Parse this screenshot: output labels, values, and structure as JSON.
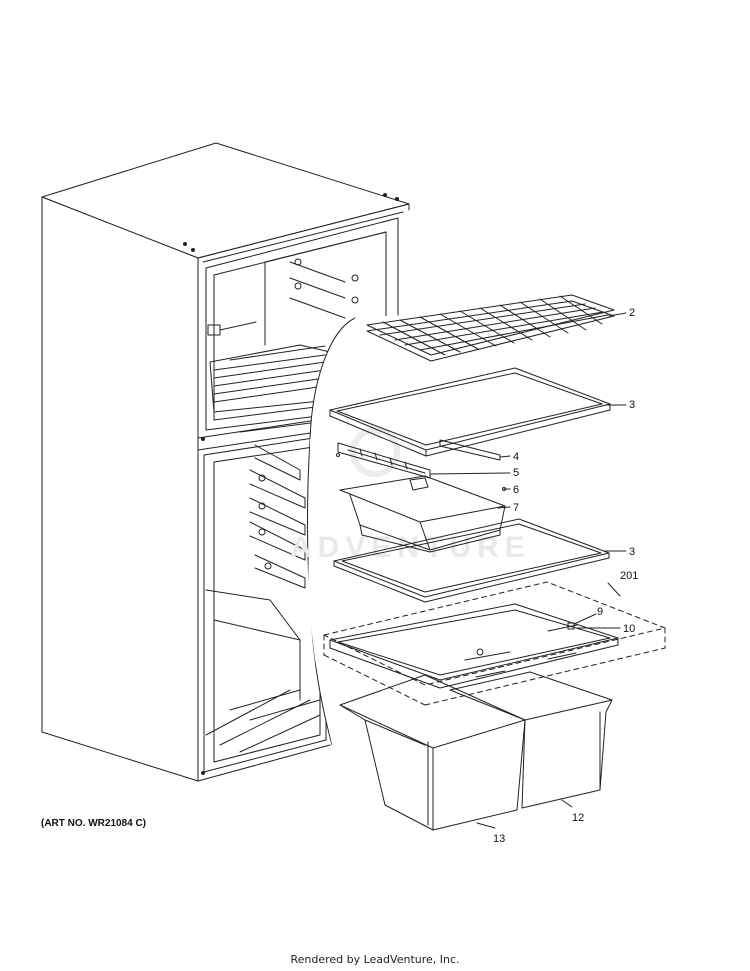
{
  "diagram": {
    "art_number": "(ART NO. WR21084 C)",
    "watermark": "ADVENTURE",
    "footer": "Rendered by LeadVenture, Inc.",
    "callouts": {
      "c2": "2",
      "c3a": "3",
      "c4": "4",
      "c5": "5",
      "c6": "6",
      "c7": "7",
      "c3b": "3",
      "c201": "201",
      "c9": "9",
      "c10": "10",
      "c12": "12",
      "c13": "13"
    }
  }
}
